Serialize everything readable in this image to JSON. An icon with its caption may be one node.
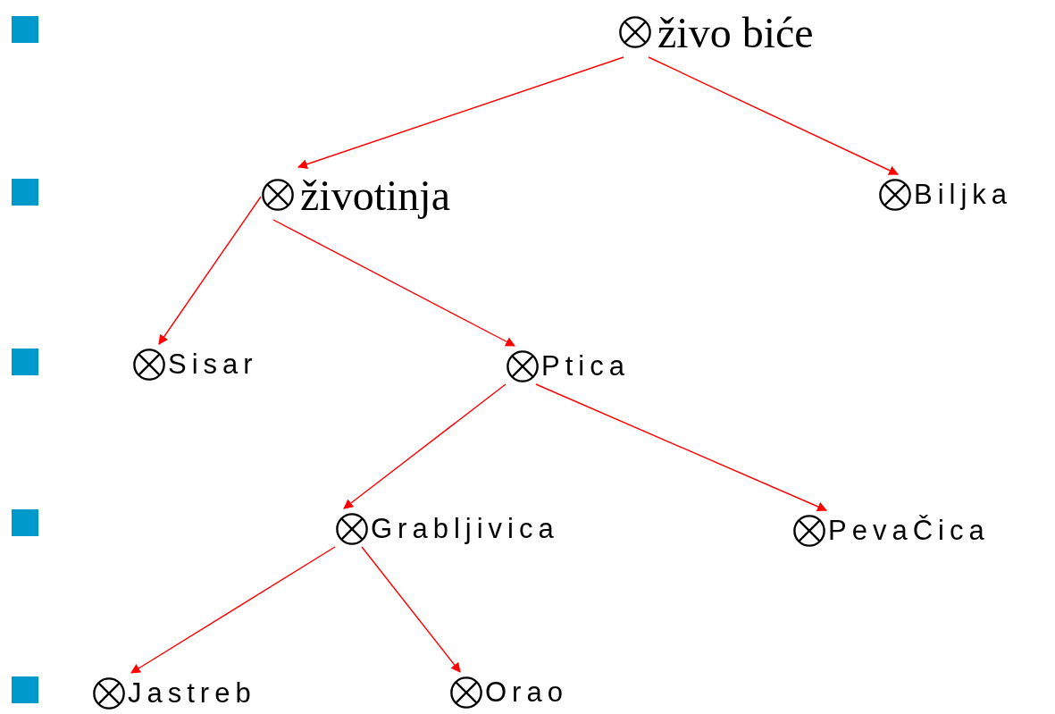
{
  "diagram": {
    "nodes": [
      {
        "text": [
          "živo biće"
        ]
      },
      {
        "text": [
          "životinja"
        ]
      },
      {
        "text": [
          "Biljka"
        ]
      },
      {
        "text": [
          "Sisar"
        ]
      },
      {
        "text": [
          "Ptica"
        ]
      },
      {
        "text": [
          "Grabljivica"
        ]
      },
      {
        "text": [
          "PevaČica"
        ]
      },
      {
        "text": [
          "Jastreb"
        ]
      },
      {
        "text": [
          "Orao"
        ]
      }
    ],
    "edges": [
      {
        "from": 0,
        "to": 1,
        "arrow": "to",
        "color": "#ff0000"
      },
      {
        "from": 0,
        "to": 2,
        "arrow": "to",
        "color": "#ff0000"
      },
      {
        "from": 1,
        "to": 3,
        "arrow": "to",
        "color": "#ff0000"
      },
      {
        "from": 1,
        "to": 4,
        "arrow": "to",
        "color": "#ff0000"
      },
      {
        "from": 4,
        "to": 5,
        "arrow": "to",
        "color": "#ff0000"
      },
      {
        "from": 4,
        "to": 6,
        "arrow": "to",
        "color": "#ff0000"
      },
      {
        "from": 5,
        "to": 7,
        "arrow": "to",
        "color": "#ff0000"
      },
      {
        "from": 5,
        "to": 8,
        "arrow": "to",
        "color": "#ff0000"
      }
    ]
  }
}
